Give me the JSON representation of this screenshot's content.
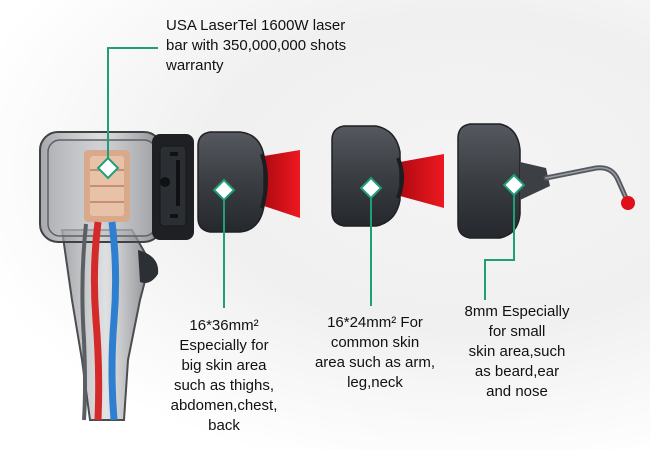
{
  "captions": {
    "main_device": "USA LaserTel 1600W laser\nbar with 350,000,000 shots\nwarranty",
    "tip_large": "16*36mm²\nEspecially for\nbig skin area\nsuch as thighs,\nabdomen,chest,\nback",
    "tip_medium": "16*24mm² For\ncommon skin\narea such as arm,\nleg,neck",
    "tip_small": "8mm Especially\nfor small\nskin area,such\nas beard,ear\nand nose"
  },
  "colors": {
    "callout_line": "#1f9e78",
    "laser_red": "#e0101a",
    "handpiece_dark": "#3a3d42"
  }
}
